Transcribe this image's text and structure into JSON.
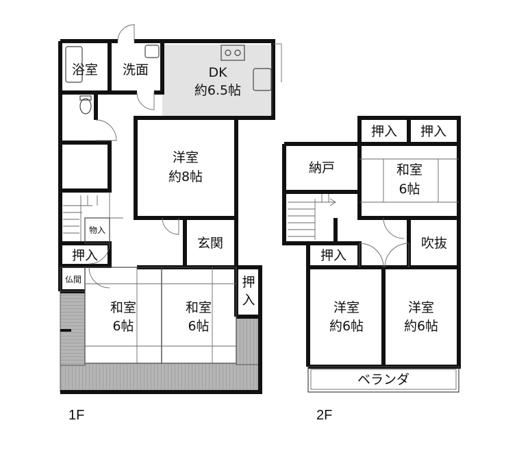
{
  "floor1": {
    "label": "1F",
    "rooms": {
      "bath": "浴室",
      "washroom": "洗面",
      "dk_title": "DK",
      "dk_size": "約6.5帖",
      "western_title": "洋室",
      "western_size": "約8帖",
      "storage_small": "物入",
      "closet_left": "押入",
      "entrance": "玄関",
      "altar": "仏間",
      "japanese_left_title": "和室",
      "japanese_left_size": "6帖",
      "japanese_right_title": "和室",
      "japanese_right_size": "6帖",
      "closet_right_1": "押",
      "closet_right_2": "入"
    }
  },
  "floor2": {
    "label": "2F",
    "rooms": {
      "closet_a": "押入",
      "closet_b": "押入",
      "storeroom": "納戸",
      "japanese_title": "和室",
      "japanese_size": "6帖",
      "void": "吹抜",
      "closet_c": "押入",
      "western_left_title": "洋室",
      "western_left_size": "約6帖",
      "western_right_title": "洋室",
      "western_right_size": "約6帖",
      "veranda": "ベランダ"
    }
  },
  "colors": {
    "wall": "#111111",
    "dk_floor": "#e2e2e2",
    "deck": "#b0b0b0",
    "background": "#ffffff"
  }
}
